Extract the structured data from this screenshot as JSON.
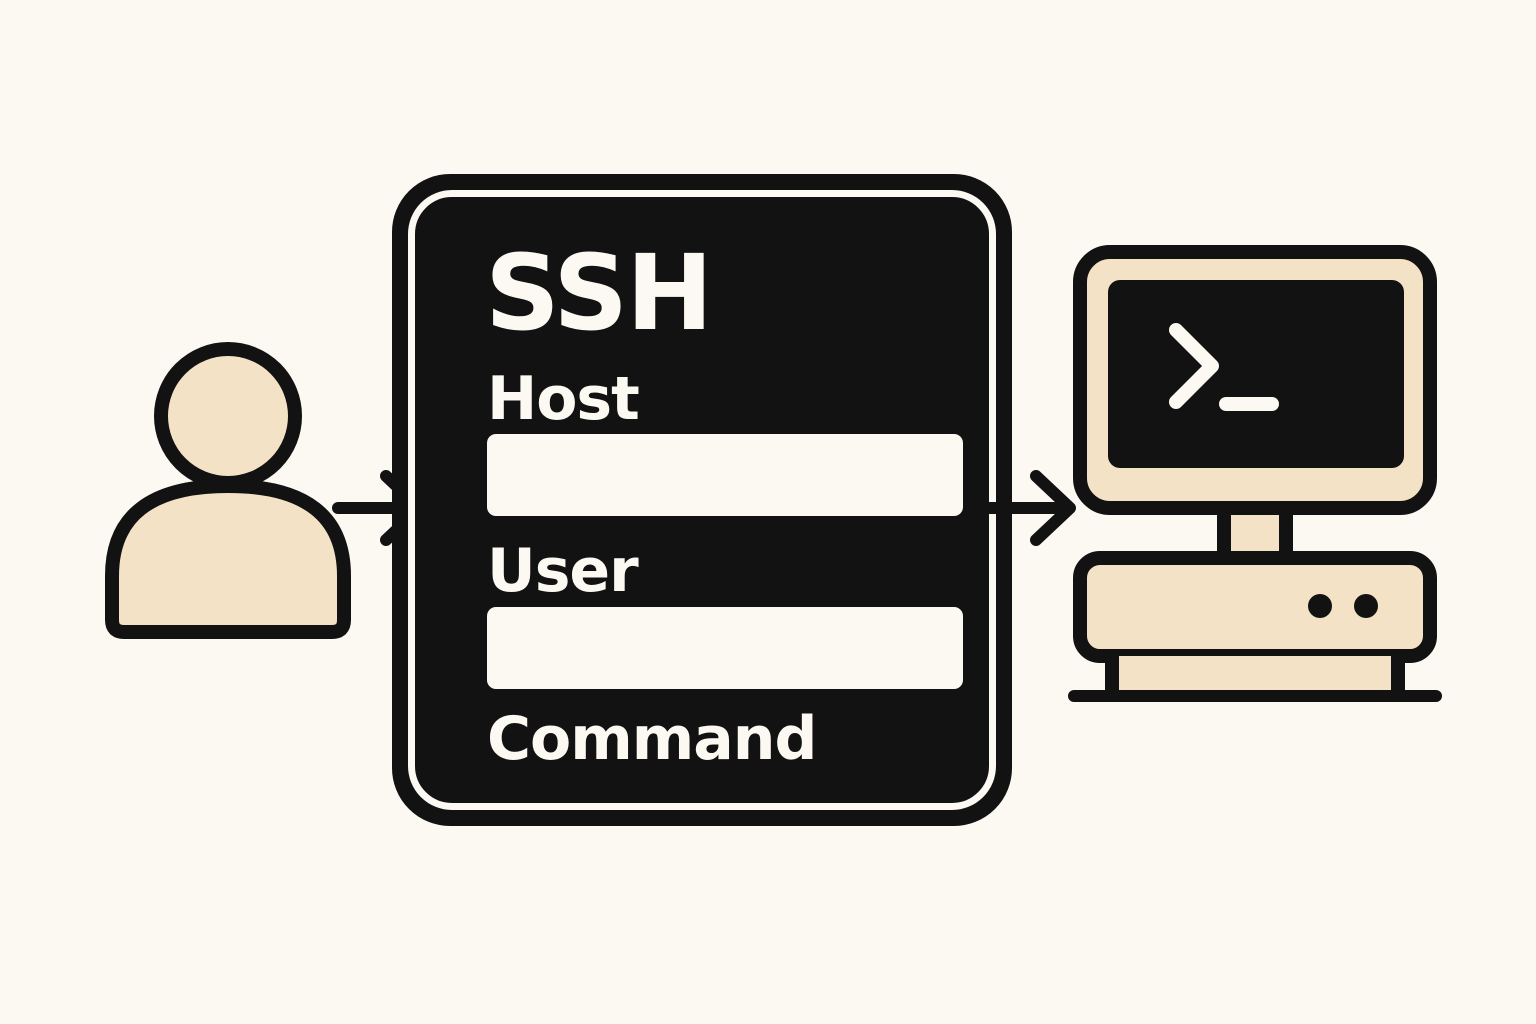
{
  "diagram": {
    "title": "SSH",
    "fields": {
      "host": {
        "label": "Host",
        "value": "",
        "placeholder": ""
      },
      "user": {
        "label": "User",
        "value": "",
        "placeholder": ""
      },
      "command": {
        "label": "Command"
      }
    },
    "terminal_prompt": ">_"
  },
  "colors": {
    "background": "#fcf9f2",
    "ink": "#121212",
    "beige": "#f4e2c6",
    "screen": "#121212"
  },
  "icons": {
    "user": "user-icon",
    "arrow_in": "arrow-right-icon",
    "arrow_out": "arrow-right-icon",
    "computer": "computer-terminal-icon"
  }
}
